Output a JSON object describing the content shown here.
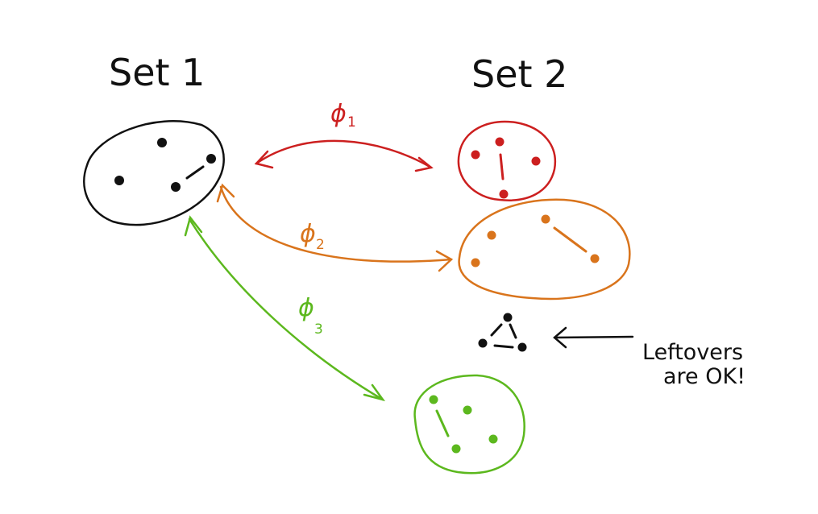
{
  "set1": {
    "label": "Set 1",
    "color": "#111111"
  },
  "set2": {
    "label": "Set 2"
  },
  "maps": [
    {
      "symbol": "ϕ",
      "subscript": "1",
      "color": "#cc1f1f"
    },
    {
      "symbol": "ϕ",
      "subscript": "2",
      "color": "#d9741c"
    },
    {
      "symbol": "ϕ",
      "subscript": "3",
      "color": "#5cb81e"
    }
  ],
  "leftover": {
    "color": "#111111"
  },
  "note": {
    "line1": "Leftovers",
    "line2": "are OK!"
  }
}
